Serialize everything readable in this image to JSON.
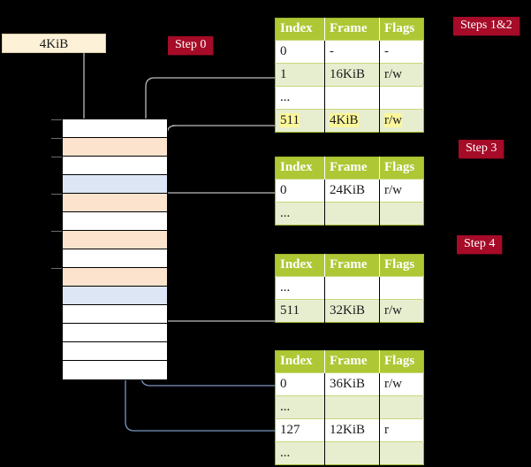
{
  "badges": {
    "step0": "Step 0",
    "steps12": "Steps 1&2",
    "step3": "Step 3",
    "step4": "Step 4"
  },
  "size_label": "4KiB",
  "memory_column": {
    "rows": [
      {
        "fill": "white"
      },
      {
        "fill": "orange"
      },
      {
        "fill": "white"
      },
      {
        "fill": "blue"
      },
      {
        "fill": "orange"
      },
      {
        "fill": "white"
      },
      {
        "fill": "orange"
      },
      {
        "fill": "white"
      },
      {
        "fill": "orange"
      },
      {
        "fill": "blue"
      },
      {
        "fill": "white"
      },
      {
        "fill": "white"
      },
      {
        "fill": "white"
      },
      {
        "fill": "white"
      }
    ]
  },
  "tables": [
    {
      "id": "pml4",
      "headers": [
        "Index",
        "Frame",
        "Flags"
      ],
      "rows": [
        {
          "style": "plain",
          "cells": [
            "0",
            "-",
            "-"
          ],
          "highlight": false
        },
        {
          "style": "alt",
          "cells": [
            "1",
            "16KiB",
            "r/w"
          ],
          "highlight": false
        },
        {
          "style": "plain",
          "cells": [
            "...",
            "",
            ""
          ],
          "highlight": false
        },
        {
          "style": "alt",
          "cells": [
            "511",
            "4KiB",
            "r/w"
          ],
          "highlight": true
        }
      ]
    },
    {
      "id": "pdpt",
      "headers": [
        "Index",
        "Frame",
        "Flags"
      ],
      "rows": [
        {
          "style": "plain",
          "cells": [
            "0",
            "24KiB",
            "r/w"
          ],
          "highlight": false
        },
        {
          "style": "alt",
          "cells": [
            "...",
            "",
            ""
          ],
          "highlight": false
        }
      ]
    },
    {
      "id": "pd",
      "headers": [
        "Index",
        "Frame",
        "Flags"
      ],
      "rows": [
        {
          "style": "plain",
          "cells": [
            "...",
            "",
            ""
          ],
          "highlight": false
        },
        {
          "style": "alt",
          "cells": [
            "511",
            "32KiB",
            "r/w"
          ],
          "highlight": false
        }
      ]
    },
    {
      "id": "pt",
      "headers": [
        "Index",
        "Frame",
        "Flags"
      ],
      "rows": [
        {
          "style": "plain",
          "cells": [
            "0",
            "36KiB",
            "r/w"
          ],
          "highlight": false
        },
        {
          "style": "alt",
          "cells": [
            "...",
            "",
            ""
          ],
          "highlight": false
        },
        {
          "style": "plain",
          "cells": [
            "127",
            "12KiB",
            "r"
          ],
          "highlight": false
        },
        {
          "style": "alt",
          "cells": [
            "...",
            "",
            ""
          ],
          "highlight": false
        }
      ]
    }
  ],
  "colors": {
    "background": "#000000",
    "badge": "#a60b28",
    "table_header": "#adc834",
    "table_alt_row": "#e7eed0",
    "highlight": "#fbf79a",
    "mem_orange": "#fce3cd",
    "mem_blue": "#dce6f5",
    "size_box": "#fdf2d8",
    "gray_arrow": "#bdbdbd",
    "blue_arrow": "#7b96c4"
  }
}
